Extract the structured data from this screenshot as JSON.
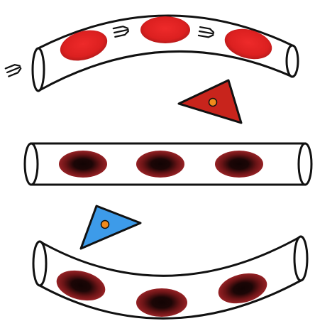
{
  "diagram": {
    "vessels": [
      {
        "role": "curved-up vessel with flowing bright cells",
        "cells": 3,
        "cell_style": "bright"
      },
      {
        "role": "straight vessel with dark-centered cells",
        "cells": 3,
        "cell_style": "dark"
      },
      {
        "role": "curved-down vessel with dark-centered cells",
        "cells": 3,
        "cell_style": "dark"
      }
    ],
    "markers": [
      {
        "shape": "triangle",
        "icon": "red-triangle-icon",
        "fill": "#c8241c",
        "dot": "#f08a1c"
      },
      {
        "shape": "triangle",
        "icon": "blue-triangle-icon",
        "fill": "#3d9be9",
        "dot": "#f08a1c"
      }
    ],
    "flow_arrows": 3
  },
  "colors": {
    "outline": "#111111",
    "tube_fill": "#ffffff",
    "cell_bright": "#e02424",
    "cell_bright_edge": "#b81a1a",
    "cell_dark_outer": "#a6262a",
    "cell_dark_inner": "#120404",
    "red_marker": "#c8241c",
    "blue_marker": "#3d9be9",
    "marker_dot": "#f08a1c"
  }
}
